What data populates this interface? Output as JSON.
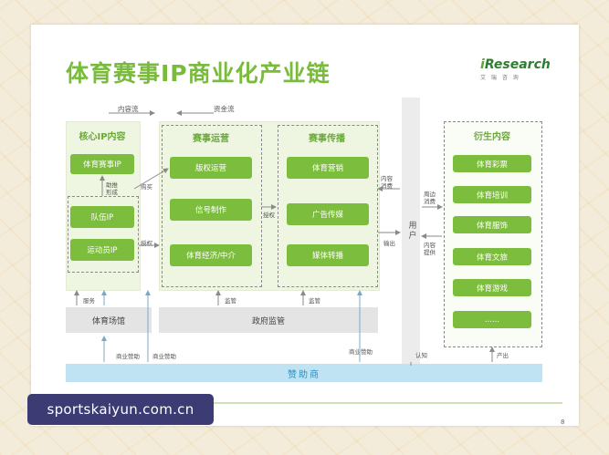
{
  "title": "体育赛事IP商业化产业链",
  "logo": {
    "prefix": "i",
    "name": "Research",
    "sub": "艾 瑞 咨 询"
  },
  "flows": {
    "content_flow": "内容流",
    "money_flow": "资金流"
  },
  "core_ip": {
    "header": "核心IP内容",
    "items": [
      "体育赛事IP",
      "队伍IP",
      "运动员IP"
    ],
    "note_help": "助推形成"
  },
  "event_ops": {
    "header": "赛事运营",
    "items": [
      "版权运营",
      "信号制作",
      "体育经济/中介"
    ]
  },
  "event_media": {
    "header": "赛事传播",
    "items": [
      "体育营销",
      "广告传媒",
      "媒体转播"
    ]
  },
  "derived": {
    "header": "衍生内容",
    "items": [
      "体育彩票",
      "体育培训",
      "体育服饰",
      "体育文旅",
      "体育游戏",
      "......"
    ]
  },
  "user": {
    "label": "用户"
  },
  "venue": {
    "label": "体育场馆"
  },
  "gov": {
    "label": "政府监管"
  },
  "sponsor": {
    "label": "赞助商"
  },
  "labels": {
    "buy": "购买",
    "license": "授权",
    "license2": "授权",
    "content_consume": "内容消费",
    "output": "输出",
    "peripheral_consume": "周边消费",
    "content_provide": "内容提供",
    "service": "服务",
    "supervise1": "监管",
    "supervise2": "监管",
    "biz_sponsor1": "商业赞助",
    "biz_sponsor2": "商业赞助",
    "biz_sponsor3": "商业赞助",
    "recognize": "认知",
    "produce": "产出"
  },
  "page_number": "8",
  "watermark": "sportskaiyun.com.cn",
  "colors": {
    "accent": "#7dbd3e",
    "title": "#79bb3d",
    "sponsor_bg": "#bfe3f2",
    "panel": "#eef6e1"
  }
}
